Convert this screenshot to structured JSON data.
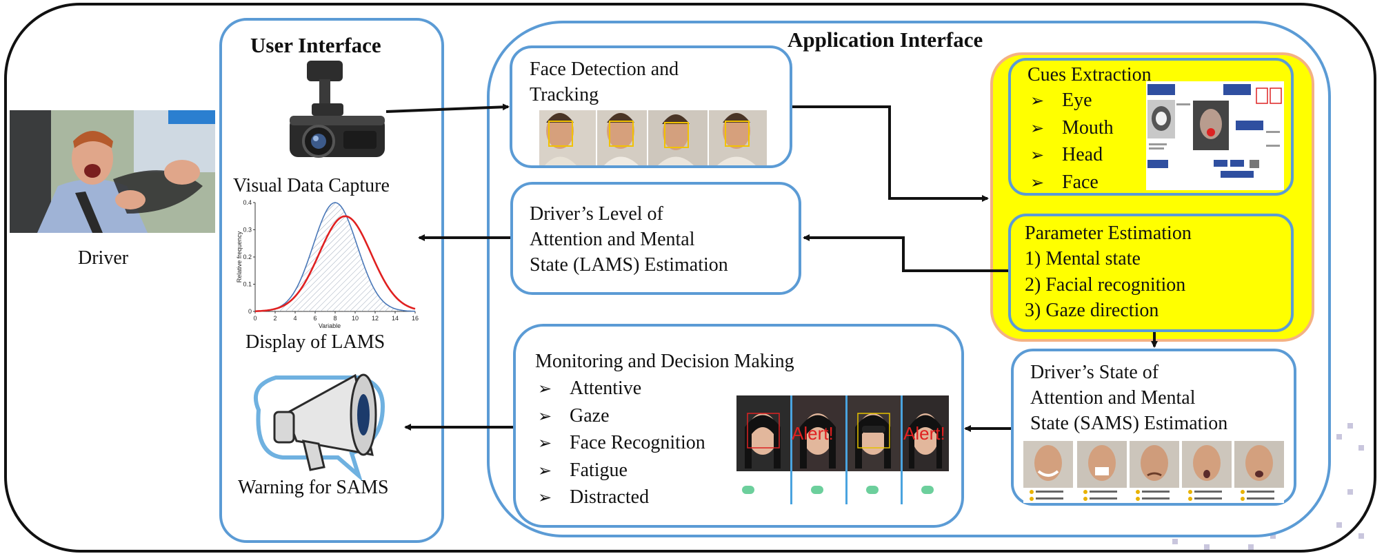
{
  "driver": {
    "label": "Driver"
  },
  "user_interface": {
    "title": "User Interface",
    "capture_label": "Visual Data Capture",
    "display_label": "Display of LAMS",
    "warning_label": "Warning for SAMS",
    "chart_data": {
      "type": "line",
      "xlabel": "Variable",
      "ylabel": "Relative frequency",
      "xticks": [
        "0",
        "2",
        "4",
        "6",
        "8",
        "10",
        "12",
        "14",
        "16"
      ],
      "yticks": [
        "0",
        "0.1",
        "0.2",
        "0.3",
        "0.4"
      ],
      "xlim": [
        0,
        16
      ],
      "ylim": [
        0,
        0.4
      ],
      "series": [
        {
          "color": "#4a78b8",
          "mean": 8,
          "peak": 0.4,
          "sd": 2.2
        },
        {
          "color": "#e02020",
          "mean": 9,
          "peak": 0.35,
          "sd": 2.6
        }
      ]
    }
  },
  "application_interface": {
    "title": "Application Interface",
    "face_detection": {
      "line1": "Face Detection and",
      "line2": "Tracking"
    },
    "lams": {
      "line1": "Driver’s Level of",
      "line2": "Attention and Mental",
      "line3": "State (LAMS) Estimation"
    },
    "monitoring": {
      "title": "Monitoring and Decision Making",
      "items": [
        "Attentive",
        "Gaze",
        "Face Recognition",
        "Fatigue",
        "Distracted"
      ],
      "alert_text": "Alert!",
      "bullet": "➢"
    },
    "cues": {
      "title": "Cues Extraction",
      "items": [
        "Eye",
        "Mouth",
        "Head",
        "Face"
      ],
      "bullet": "➢"
    },
    "parameter": {
      "title": "Parameter Estimation",
      "items": [
        "1) Mental state",
        "2) Facial recognition",
        "3) Gaze direction"
      ]
    },
    "sams": {
      "line1": "Driver’s State of",
      "line2": "Attention and Mental",
      "line3": "State (SAMS) Estimation"
    }
  },
  "colors": {
    "panel_border": "#5b9bd5",
    "yellow": "#ffff00",
    "orange_border": "#f4b183",
    "alert": "#e02020"
  }
}
